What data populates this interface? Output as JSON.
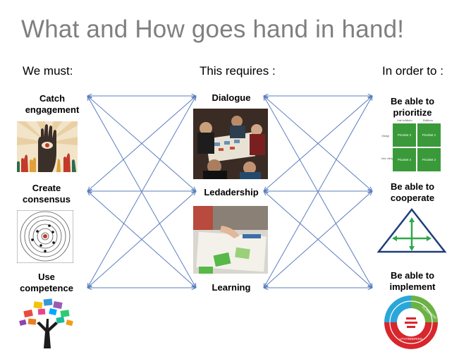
{
  "title": "What and How goes hand in hand!",
  "columns": {
    "left_heading": "We must:",
    "middle_heading": "This requires :",
    "right_heading": "In order to :"
  },
  "left_items": [
    {
      "line1": "Catch",
      "line2": "engagement"
    },
    {
      "line1": "Create",
      "line2": "consensus"
    },
    {
      "line1": "Use",
      "line2": "competence"
    }
  ],
  "middle_items": [
    "Dialogue",
    "Ledadership",
    "Learning"
  ],
  "right_items": [
    {
      "line1": "Be able to",
      "line2": "prioritize"
    },
    {
      "line1": "Be able to",
      "line2": "cooperate"
    },
    {
      "line1": "Be able to",
      "line2": "implement"
    }
  ],
  "priority_matrix": {
    "top_labels": [
      "Inte bråttom",
      "Bråttom"
    ],
    "side_labels": [
      "Viktigt",
      "Inte viktigt"
    ],
    "cells": [
      "Prioritet 3",
      "Prioritet 1",
      "Prioritet 4",
      "Prioritet 2"
    ]
  },
  "cycle_diagram": {
    "labels": [
      "PLANERING",
      "UTVÄRDERING"
    ]
  },
  "colors": {
    "title": "#7f7f7f",
    "arrow": "#5b7fbf",
    "matrix_green": "#3a9a3a",
    "triangle_blue": "#1f3d7a",
    "triangle_arrows": "#2ea84a",
    "cycle_red": "#d7262c",
    "cycle_green": "#6bb244",
    "cycle_blue": "#2aa7d9"
  }
}
